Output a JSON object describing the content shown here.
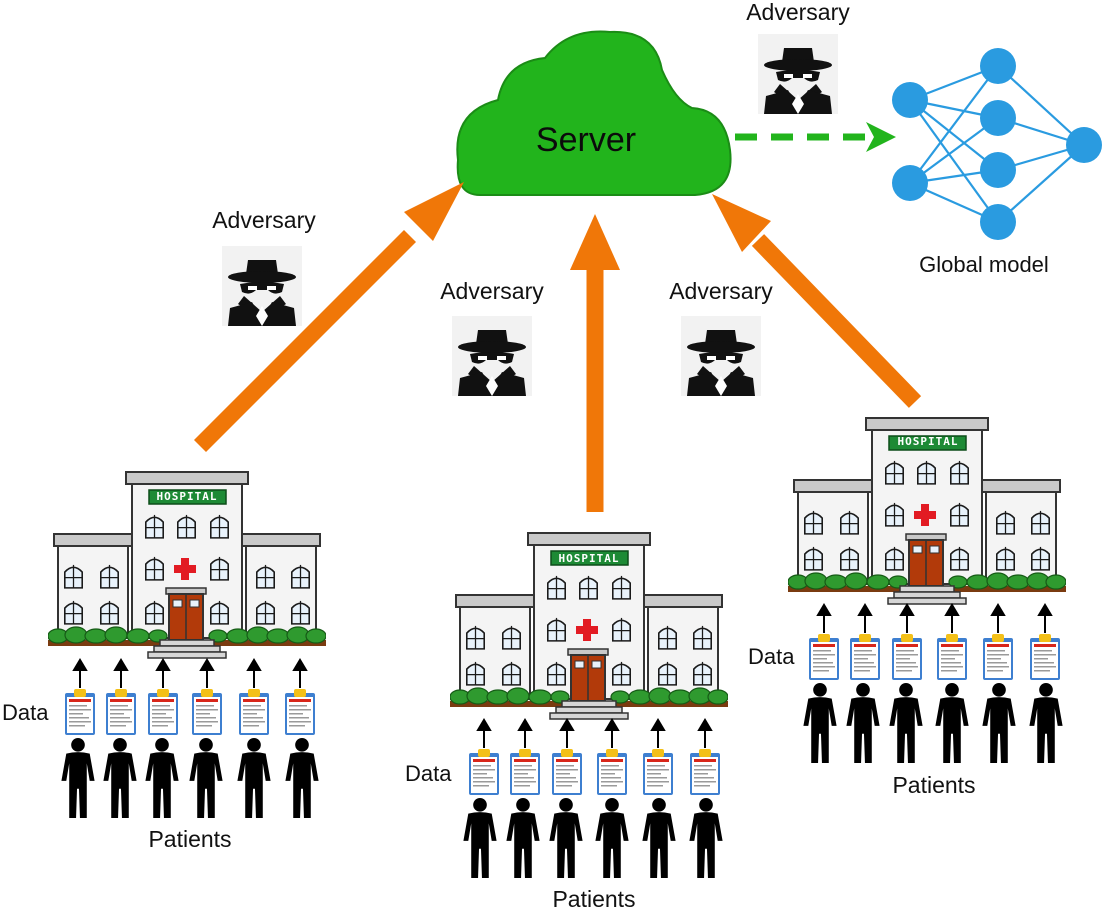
{
  "server": {
    "label": "Server",
    "color": "#22b41c"
  },
  "global_model": {
    "label": "Global model",
    "color": "#2a9be0"
  },
  "adversary_label": "Adversary",
  "hospital_sign": "HOSPITAL",
  "data_label": "Data",
  "patients_label": "Patients",
  "colors": {
    "upload_arrow": "#f07708",
    "model_arrow": "#22b41c",
    "cross": "#e21b23",
    "sign": "#1d8a35",
    "door": "#b23a0a",
    "hedge": "#2f9a2f"
  }
}
